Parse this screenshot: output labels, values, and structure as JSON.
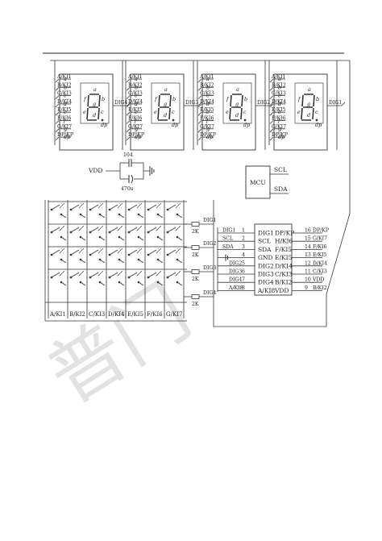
{
  "digit_pins": [
    "A/KI1",
    "B/KI2",
    "C/KI3",
    "D/KI4",
    "E/KI5",
    "F/KI6",
    "G/KI7",
    "DP/KP"
  ],
  "segment_letters": [
    "a",
    "b",
    "c",
    "d",
    "e",
    "f",
    "g",
    "dp"
  ],
  "digit_labels": [
    "DIG4",
    "DIG3",
    "DIG2",
    "DIG1"
  ],
  "power": {
    "vdd": "VDD",
    "cap_top": "104",
    "cap_bottom": "470u"
  },
  "mcu": {
    "label": "MCU",
    "scl": "SCL",
    "sda": "SDA"
  },
  "keyboard": {
    "columns": [
      "A/KI1",
      "B/KI2",
      "C/KI3",
      "D/KI4",
      "E/KI5",
      "F/KI6",
      "G/KI7"
    ],
    "resistor": "2K",
    "row_digits": [
      "DIG1",
      "DIG2",
      "DIG3",
      "DIG4"
    ]
  },
  "left_signals": [
    "DIG1",
    "SCL",
    "SDA",
    "",
    "DIG2",
    "DIG3",
    "DIG4",
    "A/KI8"
  ],
  "chip": {
    "left_pins": [
      "1",
      "2",
      "3",
      "4",
      "5",
      "6",
      "7",
      "8"
    ],
    "right_pins": [
      "16",
      "15",
      "14",
      "13",
      "12",
      "11",
      "10",
      "9"
    ],
    "left_names": [
      "DIG1",
      "SCL",
      "SDA",
      "GND",
      "DIG2",
      "DIG3",
      "DIG4",
      "A/KI8"
    ],
    "right_names": [
      "DP/KP",
      "H/KI6",
      "F/KI5",
      "E/KI5",
      "D/KI4",
      "C/KI3",
      "B/KI2",
      "VDD"
    ]
  },
  "right_signals": [
    "DP/KP",
    "G/KI7",
    "F/KI6",
    "E/KI5",
    "D/KI4",
    "C/KI3",
    "VDD",
    "B/KI2"
  ],
  "watermark": "普门"
}
